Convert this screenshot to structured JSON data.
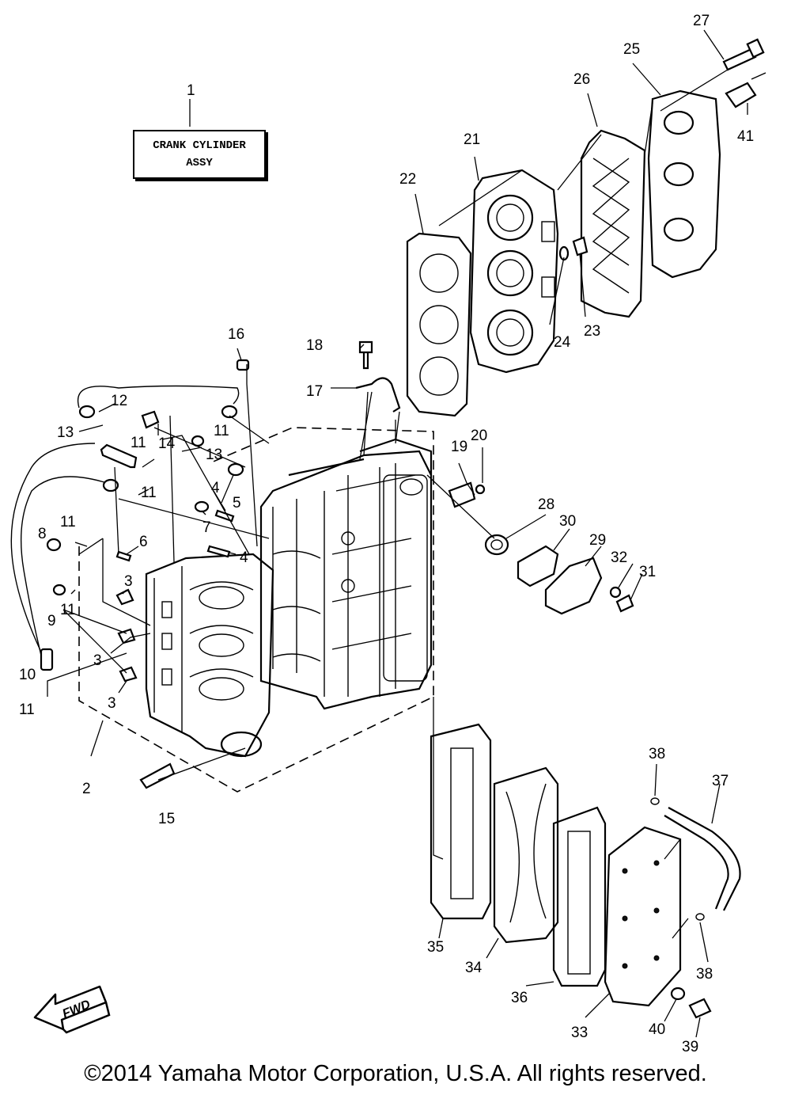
{
  "title_box": {
    "line1": "CRANK CYLINDER",
    "line2": "ASSY"
  },
  "fwd_label": "FWD",
  "footer": {
    "copyright": "©2014 Yamaha Motor Corporation, U.S.A. All rights reserved."
  },
  "callouts": [
    {
      "id": "c1",
      "text": "1"
    },
    {
      "id": "c2",
      "text": "2"
    },
    {
      "id": "c3a",
      "text": "3"
    },
    {
      "id": "c3b",
      "text": "3"
    },
    {
      "id": "c3c",
      "text": "3"
    },
    {
      "id": "c4a",
      "text": "4"
    },
    {
      "id": "c4b",
      "text": "4"
    },
    {
      "id": "c5",
      "text": "5"
    },
    {
      "id": "c6",
      "text": "6"
    },
    {
      "id": "c7",
      "text": "7"
    },
    {
      "id": "c8",
      "text": "8"
    },
    {
      "id": "c9",
      "text": "9"
    },
    {
      "id": "c10",
      "text": "10"
    },
    {
      "id": "c11a",
      "text": "11"
    },
    {
      "id": "c11b",
      "text": "11"
    },
    {
      "id": "c11c",
      "text": "11"
    },
    {
      "id": "c11d",
      "text": "11"
    },
    {
      "id": "c11e",
      "text": "11"
    },
    {
      "id": "c11f",
      "text": "11"
    },
    {
      "id": "c12",
      "text": "12"
    },
    {
      "id": "c13a",
      "text": "13"
    },
    {
      "id": "c13b",
      "text": "13"
    },
    {
      "id": "c14",
      "text": "14"
    },
    {
      "id": "c15",
      "text": "15"
    },
    {
      "id": "c16",
      "text": "16"
    },
    {
      "id": "c17",
      "text": "17"
    },
    {
      "id": "c18",
      "text": "18"
    },
    {
      "id": "c19",
      "text": "19"
    },
    {
      "id": "c20",
      "text": "20"
    },
    {
      "id": "c21",
      "text": "21"
    },
    {
      "id": "c22",
      "text": "22"
    },
    {
      "id": "c23",
      "text": "23"
    },
    {
      "id": "c24",
      "text": "24"
    },
    {
      "id": "c25",
      "text": "25"
    },
    {
      "id": "c26",
      "text": "26"
    },
    {
      "id": "c27",
      "text": "27"
    },
    {
      "id": "c28",
      "text": "28"
    },
    {
      "id": "c29",
      "text": "29"
    },
    {
      "id": "c30",
      "text": "30"
    },
    {
      "id": "c31",
      "text": "31"
    },
    {
      "id": "c32",
      "text": "32"
    },
    {
      "id": "c33",
      "text": "33"
    },
    {
      "id": "c34",
      "text": "34"
    },
    {
      "id": "c35",
      "text": "35"
    },
    {
      "id": "c36",
      "text": "36"
    },
    {
      "id": "c37",
      "text": "37"
    },
    {
      "id": "c38a",
      "text": "38"
    },
    {
      "id": "c38b",
      "text": "38"
    },
    {
      "id": "c39",
      "text": "39"
    },
    {
      "id": "c40",
      "text": "40"
    },
    {
      "id": "c41",
      "text": "41"
    }
  ]
}
